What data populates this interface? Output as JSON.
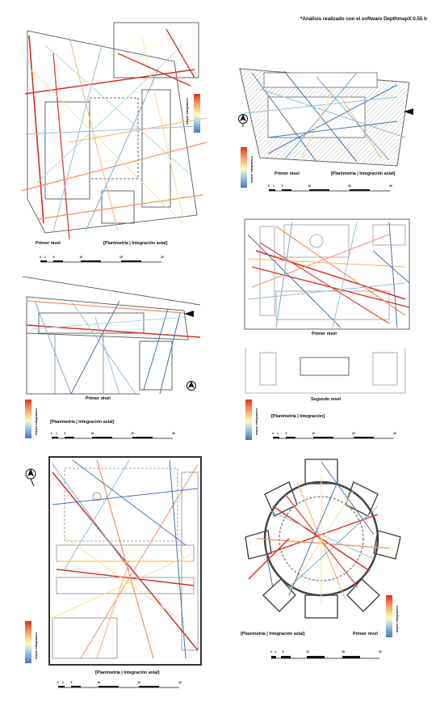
{
  "header_note": "*Análisis realizado con el software DepthmapX 0.55 b",
  "legend_label": "mayor integración",
  "panels": [
    {
      "id": "p1",
      "label_left": "Primer nivel",
      "label_right": "[Planimetría | Integración axial]"
    },
    {
      "id": "p2",
      "label_left": "Primer nivel",
      "label_right": "[Planimetría | Integración axial]"
    },
    {
      "id": "p3",
      "label_center": "Primer nivel",
      "label_right": "[Planimetría | Integración axial]"
    },
    {
      "id": "p4",
      "label_top": "Primer nivel",
      "label_bottom": "Segundo nivel",
      "label_right": "[Planimetría | Integración]"
    },
    {
      "id": "p5",
      "label_bottom": "[Planimetría | Integración axial]"
    },
    {
      "id": "p6",
      "label_left": "[Planimetría | Integración axial]",
      "label_right": "Primer nivel"
    }
  ],
  "scale_ticks": [
    "0",
    "1",
    "5",
    "10",
    "20",
    "30"
  ],
  "colors": {
    "high": "#d7301f",
    "mid_high": "#fc8d59",
    "mid": "#fee090",
    "mid_low": "#91bfdb",
    "low": "#4575b4",
    "wall": "#555555"
  }
}
